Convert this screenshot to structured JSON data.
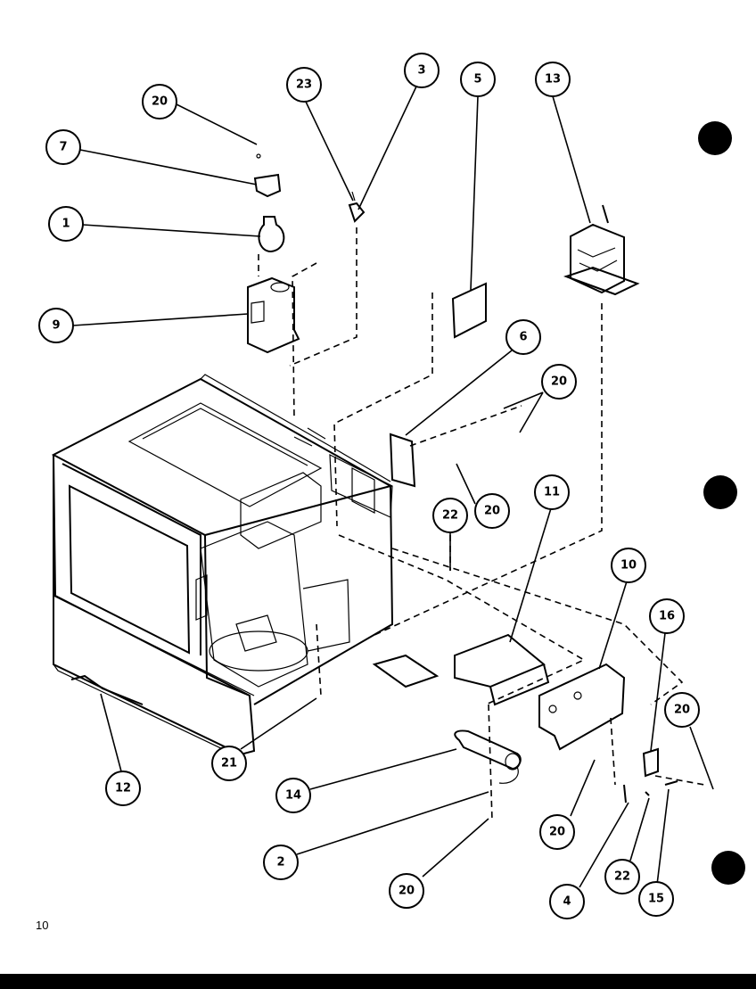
{
  "page_number": "10",
  "callouts": [
    {
      "label": "20"
    },
    {
      "label": "7"
    },
    {
      "label": "1"
    },
    {
      "label": "9"
    },
    {
      "label": "23"
    },
    {
      "label": "3"
    },
    {
      "label": "5"
    },
    {
      "label": "13"
    },
    {
      "label": "6"
    },
    {
      "label": "20"
    },
    {
      "label": "20"
    },
    {
      "label": "22"
    },
    {
      "label": "11"
    },
    {
      "label": "10"
    },
    {
      "label": "16"
    },
    {
      "label": "20"
    },
    {
      "label": "12"
    },
    {
      "label": "21"
    },
    {
      "label": "14"
    },
    {
      "label": "2"
    },
    {
      "label": "20"
    },
    {
      "label": "20"
    },
    {
      "label": "4"
    },
    {
      "label": "22"
    },
    {
      "label": "15"
    }
  ]
}
